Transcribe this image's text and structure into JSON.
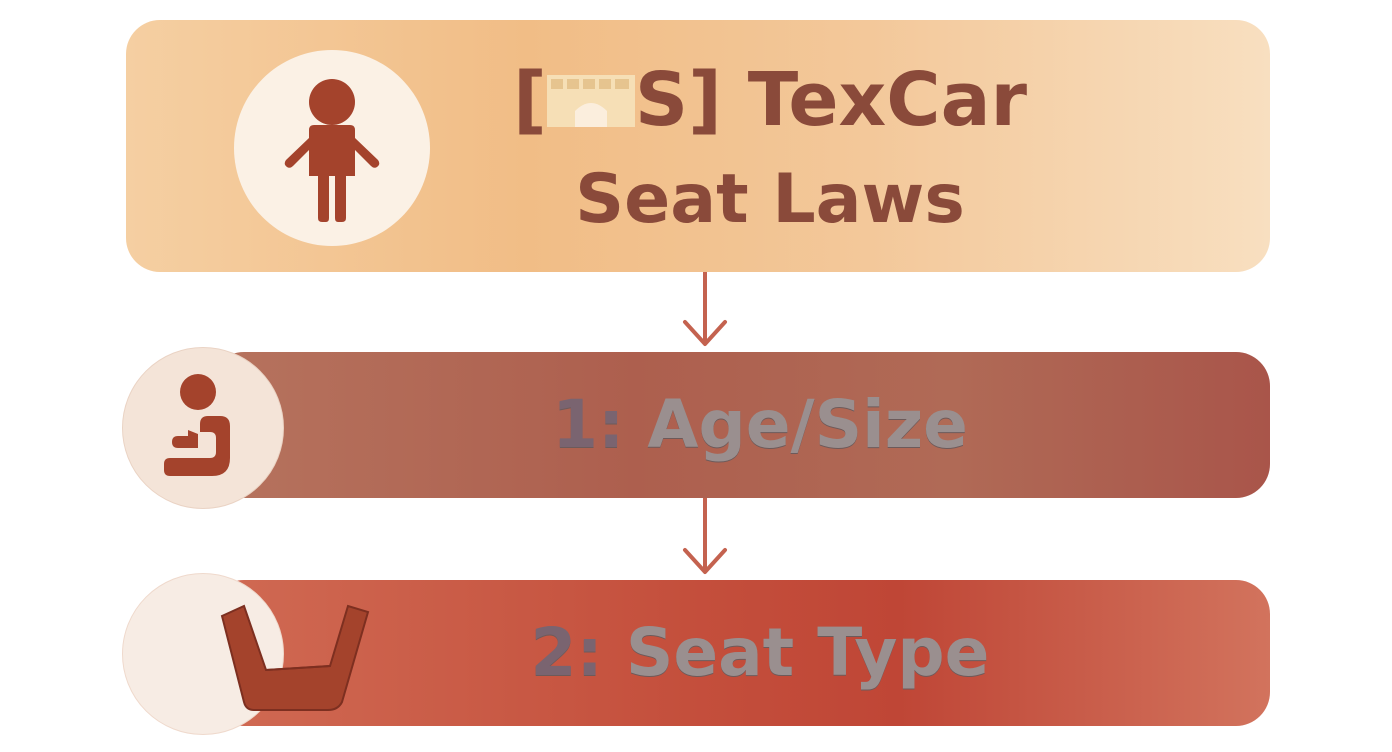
{
  "header": {
    "title_prefix_open": "[",
    "title_prefix_close": "S]",
    "title_line1_rest": " TexCar",
    "title_line2": "Seat Laws"
  },
  "steps": [
    {
      "number": "1:",
      "label": " Age/Size"
    },
    {
      "number": "2:",
      "label": " Seat Type"
    }
  ],
  "colors": {
    "header_box": "#f1bd86",
    "step1_box": "#ad5f4e",
    "step2_box": "#c44f3c",
    "arrow": "#c4624f",
    "icon": "#a4432c"
  },
  "icons": [
    "child-icon",
    "booster-seat-icon",
    "car-seat-icon",
    "castle-icon"
  ]
}
